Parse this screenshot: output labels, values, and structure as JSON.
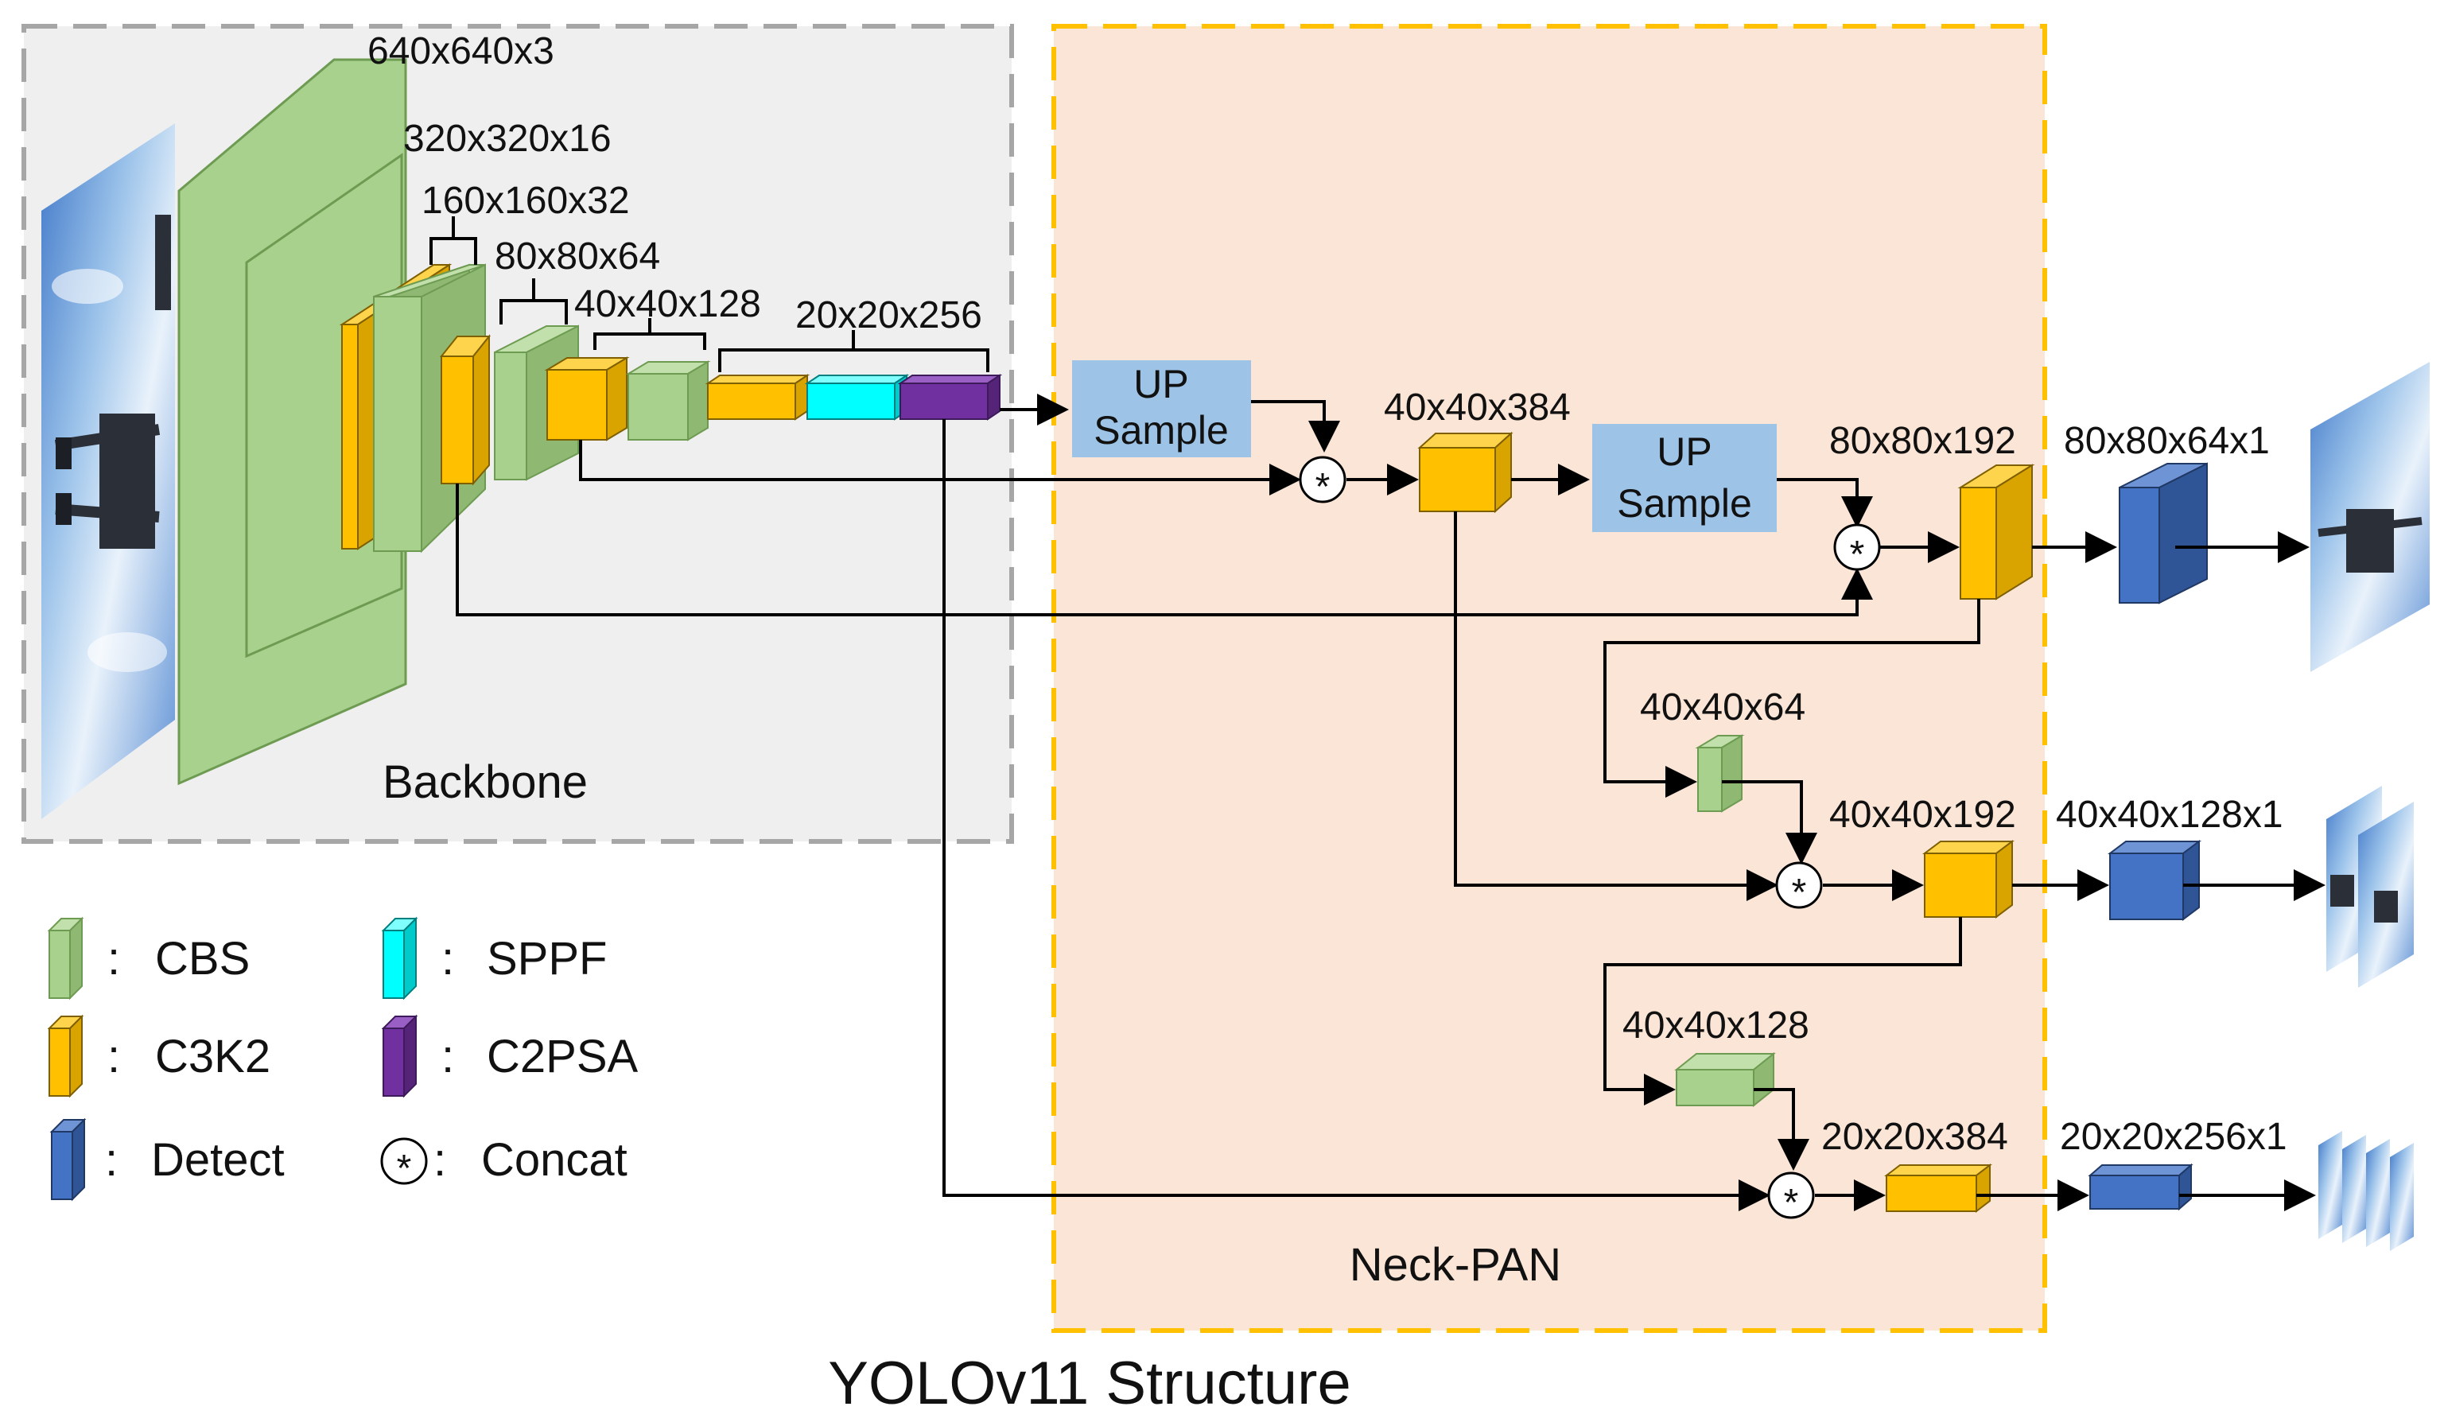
{
  "title": "YOLOv11 Structure",
  "regions": {
    "backbone": "Backbone",
    "neck": "Neck-PAN"
  },
  "backbone_dims": {
    "input": "640x640x3",
    "l1": "320x320x16",
    "l2": "160x160x32",
    "l3": "80x80x64",
    "l4": "40x40x128",
    "l5": "20x20x256"
  },
  "upsample": {
    "line1": "UP",
    "line2": "Sample"
  },
  "neck_dims": {
    "n1": "40x40x384",
    "n2": "80x80x192",
    "n3": "40x40x64",
    "n4": "40x40x192",
    "n5": "40x40x128",
    "n6": "20x20x384"
  },
  "detect_dims": {
    "d1": "80x80x64x1",
    "d2": "40x40x128x1",
    "d3": "20x20x256x1"
  },
  "legend": {
    "items": [
      {
        "label": "CBS",
        "color": "#a9d18e"
      },
      {
        "label": "C3K2",
        "color": "#ffc000"
      },
      {
        "label": "Detect",
        "color": "#4472c4"
      },
      {
        "label": "SPPF",
        "color": "#00ffff"
      },
      {
        "label": "C2PSA",
        "color": "#7030a0"
      },
      {
        "label": "Concat",
        "symbol": "*"
      }
    ],
    "separator": ":"
  },
  "colors": {
    "cbs": "#a9d18e",
    "c3k2": "#ffc000",
    "detect": "#4472c4",
    "sppf": "#00ffff",
    "c2psa": "#7030a0",
    "upsample_fill": "#9dc3e6",
    "neck_fill": "#fbe5d6",
    "neck_border": "#ffc000",
    "backbone_fill": "#efefef",
    "backbone_border": "#a6a6a6"
  }
}
